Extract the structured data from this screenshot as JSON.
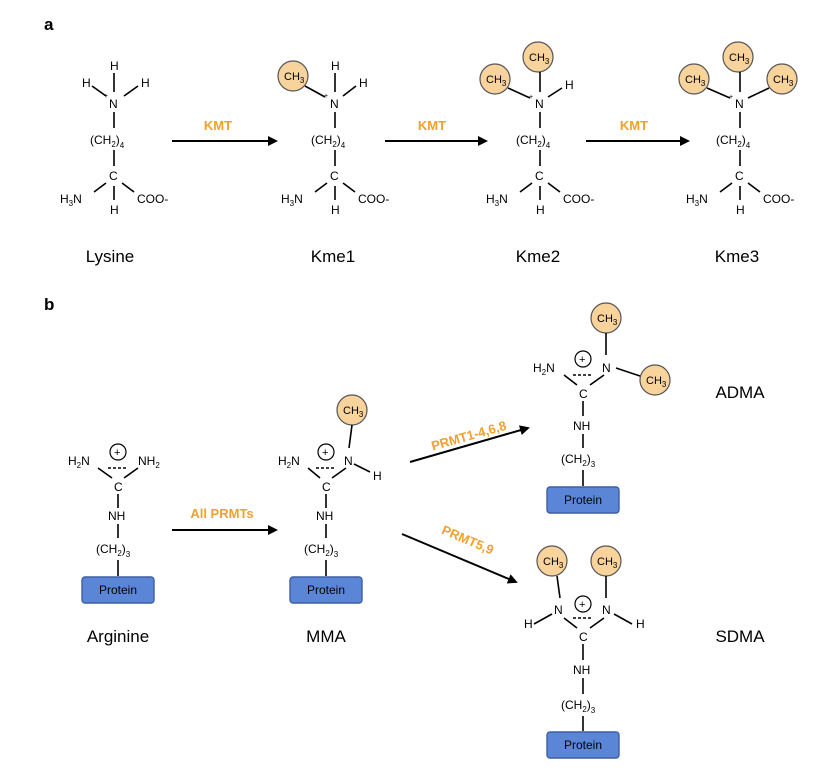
{
  "panels": {
    "a": "a",
    "b": "b"
  },
  "colors": {
    "enzyme": "#f0a030",
    "methyl_fill": "#f8d39c",
    "protein_fill": "#5b86d8"
  },
  "atoms": {
    "H": "H",
    "N": "N",
    "C": "C",
    "NH": "NH",
    "CH": "CH",
    "CH2": "CH",
    "COO": "COO-",
    "plus_sign": "+",
    "sub2": "2",
    "sub3": "3",
    "sub4": "4",
    "H2N": "H",
    "NH2": "NH",
    "methyl": "CH",
    "paren_open": "(",
    "paren_close": ")"
  },
  "lysine_series": {
    "labels": [
      "Lysine",
      "Kme1",
      "Kme2",
      "Kme3"
    ],
    "enzyme": "KMT"
  },
  "arginine_series": {
    "labels": {
      "arginine": "Arginine",
      "mma": "MMA",
      "adma": "ADMA",
      "sdma": "SDMA"
    },
    "enzymes": {
      "all": "All PRMTs",
      "type1": "PRMT1-4,6,8",
      "type2": "PRMT5,9"
    },
    "protein_label": "Protein"
  }
}
